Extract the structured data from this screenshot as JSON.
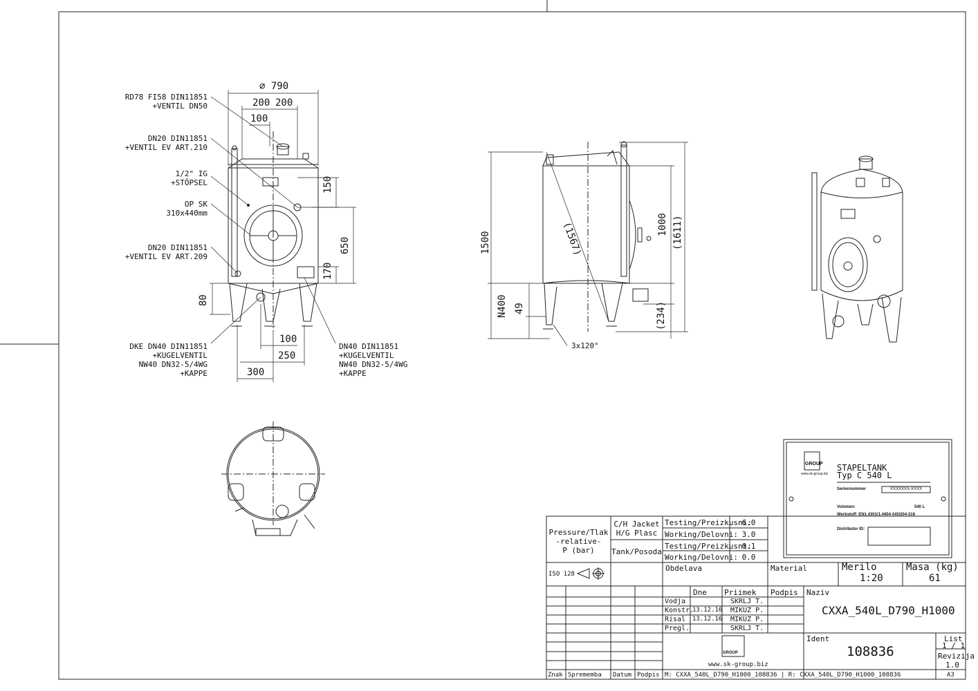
{
  "front_view": {
    "diameter": "∅ 790",
    "dim_200_left": "200",
    "dim_200_right": "200",
    "dim_100_top": "100",
    "dim_150": "150",
    "dim_650": "650",
    "dim_170": "170",
    "dim_80": "80",
    "dim_100_bottom": "100",
    "dim_250": "250",
    "dim_300": "300",
    "callouts": [
      {
        "l1": "RD78 FI58 DIN11851",
        "l2": "+VENTIL DN50"
      },
      {
        "l1": "DN20 DIN11851",
        "l2": "+VENTIL EV ART.210"
      },
      {
        "l1": "1/2\" IG",
        "l2": "+STÖPSEL"
      },
      {
        "l1": "OP SK",
        "l2": "310x440mm"
      },
      {
        "l1": "DN20 DIN11851",
        "l2": "+VENTIL EV ART.209"
      }
    ],
    "bottom_left_callout": [
      "DKE DN40 DIN11851",
      "+KUGELVENTIL",
      "NW40 DN32-5/4WG",
      "+KAPPE"
    ],
    "bottom_right_callout": [
      "DN40 DIN11851",
      "+KUGELVENTIL",
      "NW40 DN32-5/4WG",
      "+KAPPE"
    ]
  },
  "side_view": {
    "dim_1567": "(1567)",
    "dim_1000": "1000",
    "dim_1611": "(1611)",
    "dim_1500": "1500",
    "dim_n400": "N400",
    "dim_49": "49",
    "dim_234": "(234)",
    "legs": "3x120°"
  },
  "nameplate": {
    "title": "STAPELTANK",
    "type": "Typ C 540 L",
    "serial_label": "Seriennummer",
    "serial_value": "XXXXXXX-XXXX",
    "volume_label": "Volumen:",
    "volume_value": "540 L",
    "material_label": "Werkstoff: EN1.4301/1.4404 AISI304-316",
    "distributor_label": "Distributor ID:",
    "brand": "GROUP",
    "web": "www.sk-group.biz"
  },
  "title_block": {
    "pressure_label": [
      "Pressure/Tlak",
      "-relative-",
      "P (bar)"
    ],
    "jacket_label": [
      "C/H Jacket",
      "H/G Plasc"
    ],
    "tank_label": "Tank/Posoda",
    "rows": [
      {
        "label": "Testing/Preizkusni:",
        "value": "6.0"
      },
      {
        "label": "Working/Delovni:",
        "value": "3.0"
      },
      {
        "label": "Testing/Preizkusni:",
        "value": "0.1"
      },
      {
        "label": "Working/Delovni:",
        "value": "0.0"
      }
    ],
    "iso": "ISO 128",
    "obdelava": "Obdelava",
    "material": "Material",
    "merilo_label": "Merilo",
    "merilo_value": "1:20",
    "masa_label": "Masa (kg)",
    "masa_value": "61",
    "dne": "Dne",
    "priimek": "Priimek",
    "podpis": "Podpis",
    "naziv_label": "Naziv",
    "naziv_value": "CXXA_540L_D790_H1000",
    "people": [
      {
        "role": "Vodja",
        "date": "",
        "name": "SKRLJ T."
      },
      {
        "role": "Konstr.",
        "date": "13.12.16",
        "name": "MIKUZ P."
      },
      {
        "role": "Risal",
        "date": "13.12.16",
        "name": "MIKUZ P."
      },
      {
        "role": "Pregl.",
        "date": "",
        "name": "SKRLJ T."
      }
    ],
    "ident_label": "Ident",
    "ident_value": "108836",
    "list_label": "List",
    "list_value": "1 / 1",
    "revizija_label": "Revizija",
    "revizija_value": "1.0",
    "format": "A3",
    "web": "www.sk-group.biz",
    "logo_brand": "GROUP",
    "footer_cols": [
      "Znak",
      "Sprememba",
      "Datum",
      "Podpis"
    ],
    "model_ref": "M: CXXA_540L_D790_H1000_108836 | R: CXXA_540L_D790_H1000_108836"
  }
}
